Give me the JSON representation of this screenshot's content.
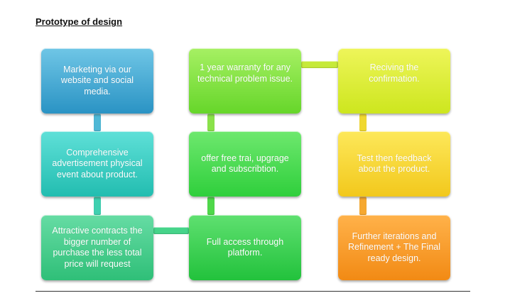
{
  "title": "Prototype of design",
  "steps": [
    {
      "label": "Marketing via our website and social media.",
      "color_top": "#6fc6e6",
      "color_bottom": "#2a93c4"
    },
    {
      "label": "Comprehensive advertisement physical event about product.",
      "color_top": "#5fe0d8",
      "color_bottom": "#22bdb0"
    },
    {
      "label": "Attractive  contracts the bigger number of purchase the less total price will request",
      "color_top": "#66dca4",
      "color_bottom": "#2fbf78"
    },
    {
      "label": "1 year warranty for any technical problem issue.",
      "color_top": "#a6f063",
      "color_bottom": "#66d62a"
    },
    {
      "label": "offer free trai,  upgrage and subscribtion.",
      "color_top": "#6ee86e",
      "color_bottom": "#2fcf3c"
    },
    {
      "label": "Full access through platform.",
      "color_top": "#5fe070",
      "color_bottom": "#22c23c"
    },
    {
      "label": "Reciving the confirmation.",
      "color_top": "#eef55a",
      "color_bottom": "#cde61e"
    },
    {
      "label": "Test then feedback about the product.",
      "color_top": "#fde85a",
      "color_bottom": "#f2c81c"
    },
    {
      "label": "Further iterations and Refinement + The Final ready design.",
      "color_top": "#ffb24a",
      "color_bottom": "#f28a14"
    }
  ],
  "connector_colors": {
    "c12": "#4fb8d6",
    "c23": "#3fd0b0",
    "c36": "#46d48a",
    "c56": "#4fd84a",
    "c45": "#8ae24a",
    "c47": "#c6ea3a",
    "c78": "#f0d830",
    "c89": "#f6a830"
  }
}
